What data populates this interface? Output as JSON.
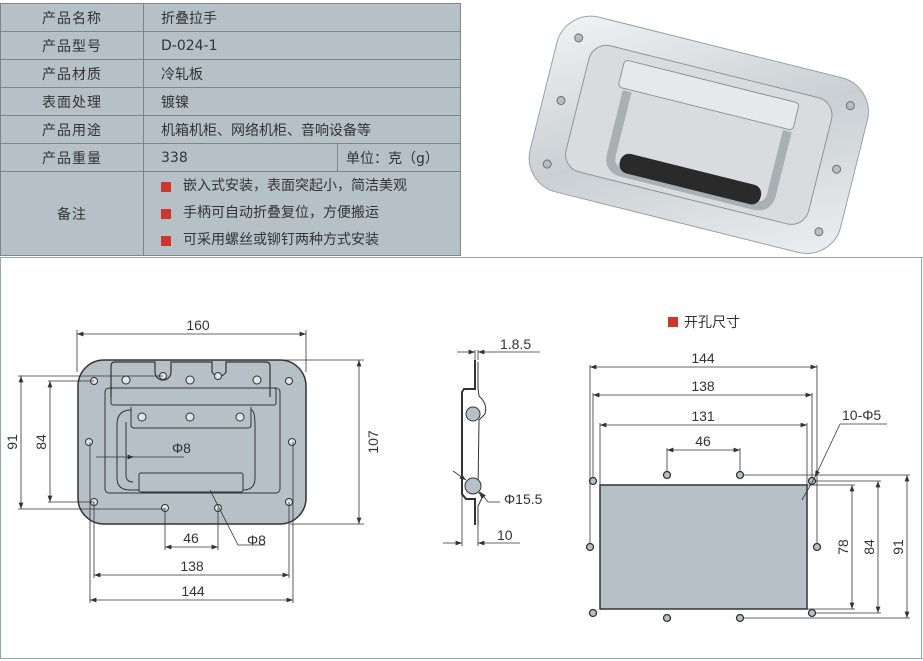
{
  "spec": {
    "rows": [
      {
        "label": "产品名称",
        "value": "折叠拉手"
      },
      {
        "label": "产品型号",
        "value": "D-024-1"
      },
      {
        "label": "产品材质",
        "value": "冷轧板"
      },
      {
        "label": "表面处理",
        "value": "镀镍"
      },
      {
        "label": "产品用途",
        "value": "机箱机柜、网络机柜、音响设备等"
      },
      {
        "label": "产品重量",
        "value": "338",
        "unit": "单位：克（g）"
      }
    ],
    "notes_label": "备注",
    "notes": [
      "嵌入式安装，表面突起小，简洁美观",
      "手柄可自动折叠复位，方便搬运",
      "可采用螺丝或铆钉两种方式安装"
    ]
  },
  "front_view": {
    "width": "160",
    "height": "107",
    "h91": "91",
    "h84": "84",
    "hole_spacing": "46",
    "w138": "138",
    "w144": "144",
    "hole1": "Φ8",
    "hole2": "Φ8"
  },
  "side_view": {
    "thickness": "1.8.5",
    "pin": "Φ15.5",
    "depth": "10"
  },
  "cutout": {
    "title": "开孔尺寸",
    "w144": "144",
    "w138": "138",
    "w131": "131",
    "hole_spacing": "46",
    "holes": "10-Φ5",
    "h78": "78",
    "h84": "84",
    "h91": "91"
  },
  "colors": {
    "accent": "#d0372c",
    "table_bg": "#b5c1c7",
    "part_fill": "#b5c1c7"
  }
}
